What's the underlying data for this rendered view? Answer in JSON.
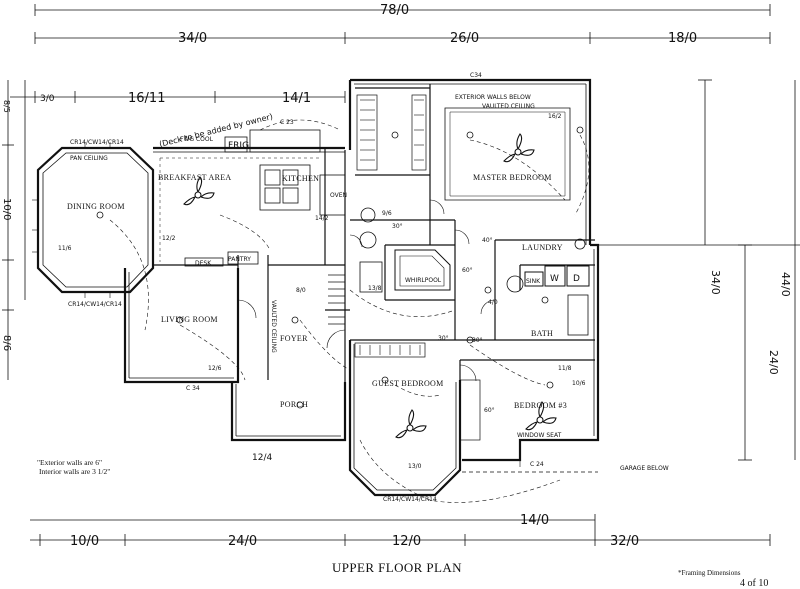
{
  "title": "UPPER FLOOR PLAN",
  "sheet": "4 of 10",
  "framing_note": "*Framing Dimensions",
  "wall_note": {
    "line1": "\"Exterior walls are 6\"",
    "line2": "Interior walls are 3 1/2\""
  },
  "deck_note": "(Deck to be added by owner)",
  "dimensions": {
    "overall_top": "78/0",
    "top_left": "34/0",
    "top_mid": "26/0",
    "top_right": "18/0",
    "sub_a": "3/0",
    "sub_b": "16/11",
    "sub_c": "14/1",
    "right_upper": "34/0",
    "right_overall": "44/0",
    "right_lower": "24/0",
    "bottom_a": "10/0",
    "bottom_b": "24/0",
    "bottom_c": "12/0",
    "bottom_d": "14/0",
    "bottom_e": "32/0",
    "left_a": "8/5",
    "left_b": "10/0",
    "left_c": "8/6",
    "porch_w": "12/4"
  },
  "rooms": {
    "dining": "DINING ROOM",
    "breakfast": "BREAKFAST AREA",
    "kitchen": "KITCHEN",
    "living": "LIVING ROOM",
    "foyer": "FOYER",
    "porch": "PORCH",
    "master": "MASTER BEDROOM",
    "laundry": "LAUNDRY",
    "bath": "BATH",
    "guest": "GUEST BEDROOM",
    "bedroom3": "BEDROOM #3"
  },
  "labels": {
    "pan_ceiling": "PAN CEILING",
    "frig": "FRIG",
    "fwg_cool": "FWG COOL",
    "pantry": "PANTRY",
    "desk": "DESK",
    "oven": "OVEN",
    "vaulted_ceiling": "VAULTED CEILING",
    "exterior_walls_below": "EXTERIOR WALLS BELOW",
    "window_seat": "WINDOW SEAT",
    "garage_below": "GARAGE BELOW",
    "sink": "SINK",
    "washer": "W",
    "dryer": "D",
    "whirlpool": "WHIRLPOOL",
    "vaulted_ceiling_foyer": "VAULTED CEILING",
    "c34_top": "C34",
    "c34_bottom": "C 34",
    "c24": "C 24",
    "c23": "C 23",
    "win_top": "CR14/CW14/CR14",
    "win_side": "CR14/CW14/CR14",
    "win_bay": "CR14/CW14/CR14",
    "ang_30a": "30°",
    "ang_30b": "30°",
    "ang_40": "40°",
    "ang_60a": "60°",
    "ang_60b": "60°",
    "ang_30c": "30°",
    "d_8_0": "8/0",
    "d_4_0": "4/0",
    "d_16_2": "16/2",
    "d_14_2": "14/2",
    "d_12_2": "12/2",
    "d_11_6": "11/6",
    "d_12_6": "12/6",
    "d_13_8": "13/8",
    "d_13_0": "13/0",
    "d_10_6": "10/6",
    "d_11_8": "11/8",
    "d_9_6": "9/6"
  }
}
